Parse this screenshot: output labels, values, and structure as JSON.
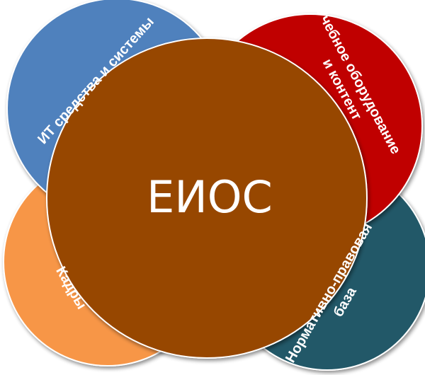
{
  "diagram": {
    "center": {
      "label": "ЕИОС",
      "color": "#974706"
    },
    "petals": [
      {
        "id": "it",
        "lines": [
          "ИТ средства и системы"
        ],
        "color": "#4f81bd"
      },
      {
        "id": "equipment",
        "lines": [
          "Учебное оборудование",
          "и контент"
        ],
        "color": "#c00000"
      },
      {
        "id": "staff",
        "lines": [
          "Кадры"
        ],
        "color": "#f79646"
      },
      {
        "id": "regulatory",
        "lines": [
          "Нормативно-правовая",
          "база"
        ],
        "color": "#215967"
      }
    ]
  }
}
